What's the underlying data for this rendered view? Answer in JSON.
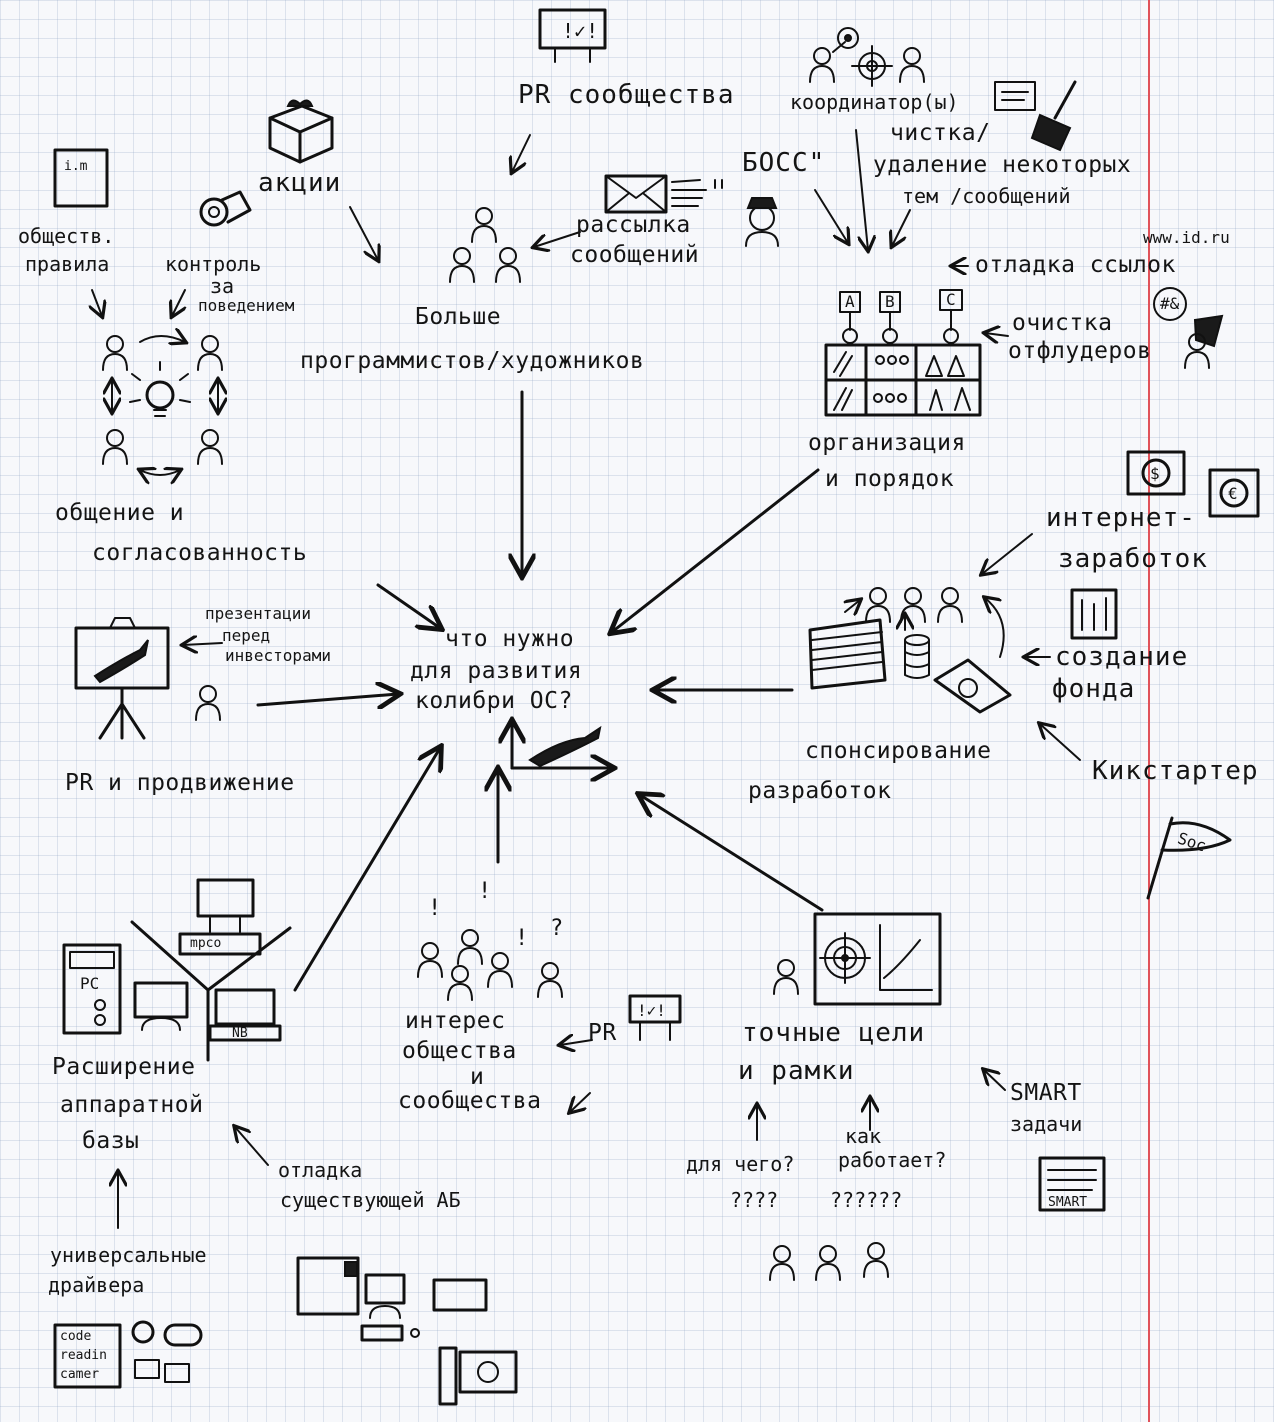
{
  "center": {
    "question": [
      "что нужно",
      "для развития",
      "колибри ОС?"
    ]
  },
  "top": {
    "pr_community": "PR сообщества",
    "sign_check": "✓",
    "coordinators": "координатор(ы)",
    "cleanup": [
      "чистка/",
      "удаление некоторых",
      "тем /сообщений"
    ],
    "boss": "БОСС\"",
    "mailing": [
      "рассылка",
      "сообщений"
    ],
    "actions": "акции",
    "more_devs": [
      "Больше",
      "программистов/художников"
    ]
  },
  "left": {
    "rules": [
      "обществ.",
      "правила"
    ],
    "rules_doc": "i.m",
    "control": [
      "контроль",
      "за",
      "поведением"
    ],
    "communication": [
      "общение и",
      "согласованность"
    ],
    "presentations": [
      "презентации",
      "перед",
      "инвесторами"
    ],
    "pr": "PR и продвижение"
  },
  "right": {
    "link_debug": "отладка ссылок",
    "www": "www.id.ru",
    "flooder_cleanup": [
      "очистка",
      "отфлудеров"
    ],
    "hashtag": "#&",
    "abc": [
      "A",
      "B",
      "C"
    ],
    "organization": [
      "организация",
      "и порядок"
    ],
    "internet_earning": [
      "интернет-",
      "заработок"
    ],
    "fund_creation": [
      "создание",
      "фонда"
    ],
    "sponsoring": [
      "спонсирование",
      "разработок"
    ],
    "kickstarter": "Кикстартер",
    "flag": "Soc"
  },
  "bottom": {
    "hardware": [
      "Расширение",
      "аппаратной",
      "базы"
    ],
    "mpco": "mpco",
    "pc": "PC",
    "nb": "NB",
    "debug_hw": [
      "отладка",
      "существующей АБ"
    ],
    "drivers": [
      "универсальные",
      "драйвера"
    ],
    "code_reader": [
      "code",
      "readin",
      "camer"
    ],
    "interest": [
      "интерес",
      "общества",
      "и",
      "сообщества"
    ],
    "pr_short": "PR",
    "goals": [
      "точные цели",
      "и рамки"
    ],
    "smart": [
      "SMART",
      "задачи"
    ],
    "smart_tag": "SMART",
    "why": "для чего?",
    "how": [
      "как",
      "работает?"
    ],
    "q1": "????",
    "q2": "??????"
  }
}
